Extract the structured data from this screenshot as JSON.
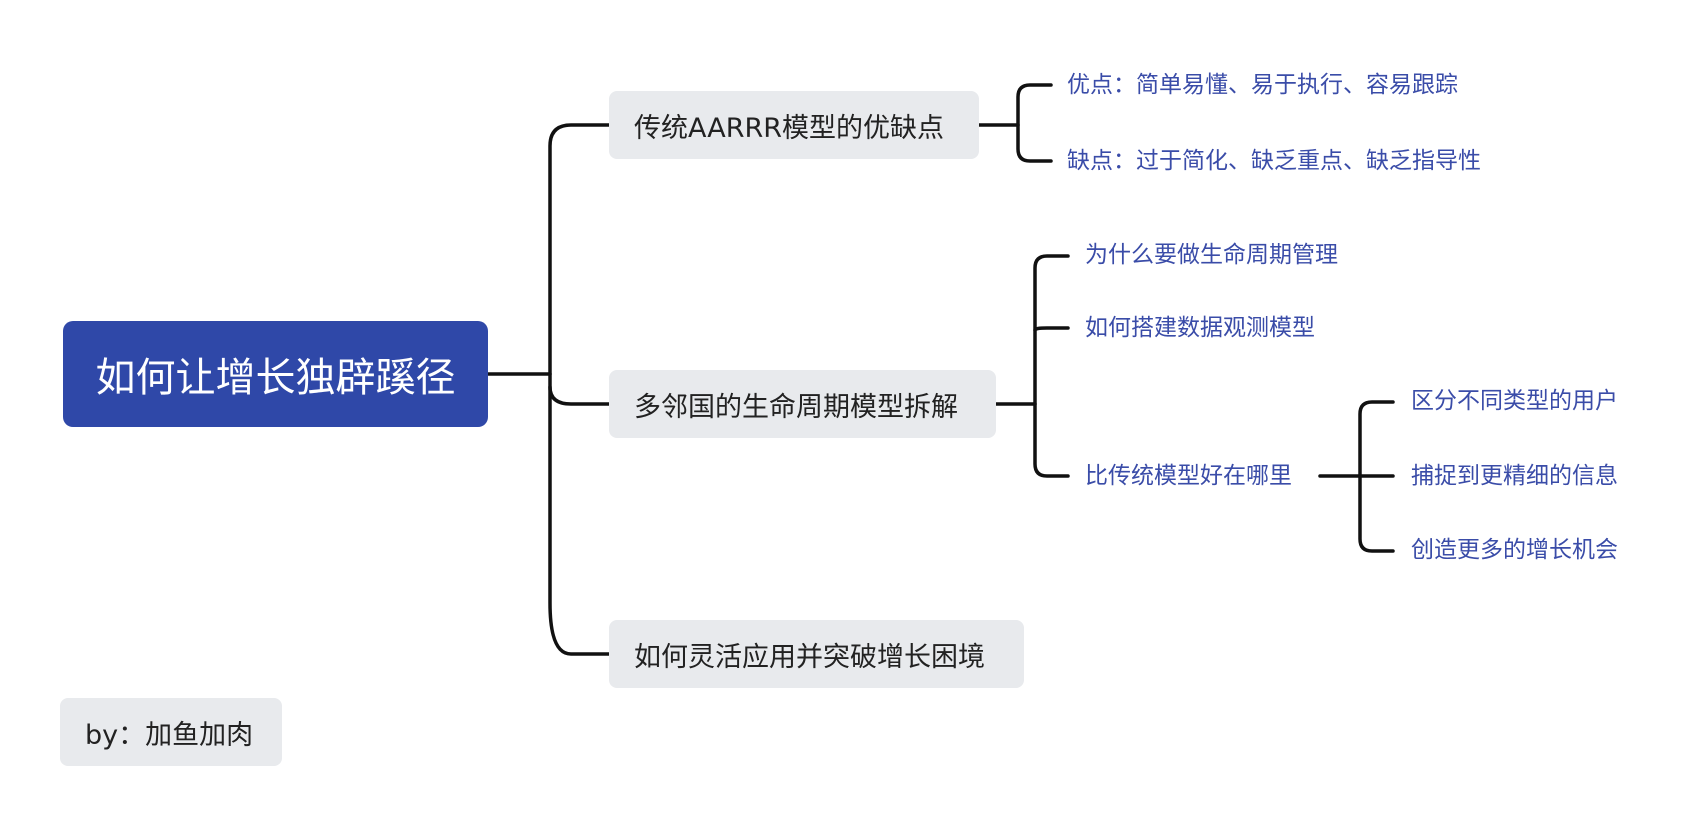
{
  "root": {
    "title": "如何让增长独辟蹊径"
  },
  "branches": [
    {
      "label": "传统AARRR模型的优缺点",
      "children": [
        {
          "label": "优点：简单易懂、易于执行、容易跟踪"
        },
        {
          "label": "缺点：过于简化、缺乏重点、缺乏指导性"
        }
      ]
    },
    {
      "label": "多邻国的生命周期模型拆解",
      "children": [
        {
          "label": "为什么要做生命周期管理"
        },
        {
          "label": "如何搭建数据观测模型"
        },
        {
          "label": "比传统模型好在哪里",
          "children": [
            {
              "label": "区分不同类型的用户"
            },
            {
              "label": "捕捉到更精细的信息"
            },
            {
              "label": "创造更多的增长机会"
            }
          ]
        }
      ]
    },
    {
      "label": "如何灵活应用并突破增长困境",
      "children": []
    }
  ],
  "author": {
    "label": "by：加鱼加肉"
  },
  "colors": {
    "root_bg": "#2f48a8",
    "branch_bg": "#e8eaed",
    "leaf_text": "#3a4ca8",
    "line": "#111111"
  }
}
